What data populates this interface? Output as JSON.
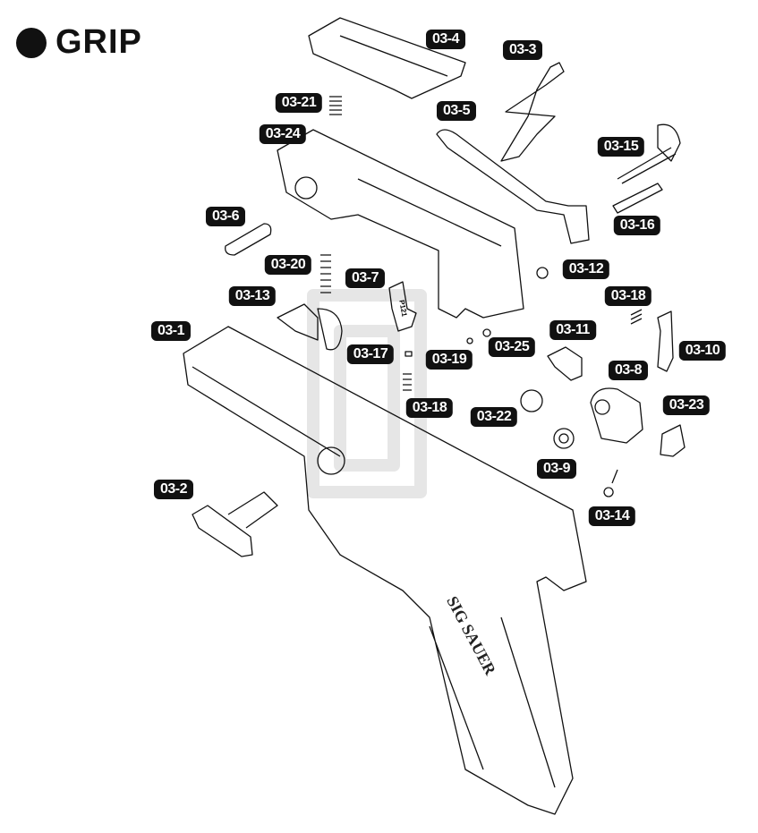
{
  "title": "GRIP",
  "logo_text": "SIG SAUER",
  "part_marking": "P121",
  "labels": [
    "03-4",
    "03-3",
    "03-21",
    "03-5",
    "03-24",
    "03-15",
    "03-16",
    "03-6",
    "03-20",
    "03-12",
    "03-7",
    "03-13",
    "03-18",
    "03-1",
    "03-11",
    "03-25",
    "03-10",
    "03-17",
    "03-19",
    "03-8",
    "03-22",
    "03-23",
    "03-18",
    "03-9",
    "03-14",
    "03-2"
  ]
}
